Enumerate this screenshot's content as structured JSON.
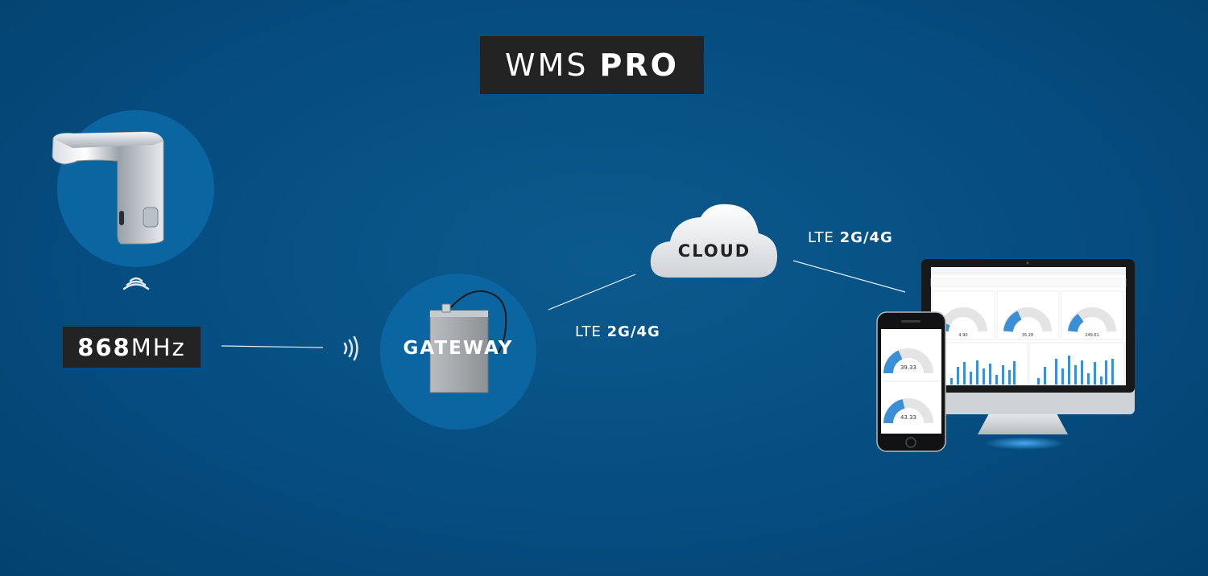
{
  "title": {
    "light": "WMS",
    "bold": "PRO"
  },
  "nodes": {
    "frequency": {
      "value": "868",
      "unit": "MHz"
    },
    "gateway": {
      "label": "GATEWAY"
    },
    "cloud": {
      "label": "CLOUD"
    }
  },
  "links": {
    "gateway_cloud": {
      "prefix": "LTE",
      "value": "2G/4G"
    },
    "cloud_devices": {
      "prefix": "LTE",
      "value": "2G/4G"
    }
  },
  "devices": {
    "phone_gauges": [
      "39.33",
      "43.33"
    ],
    "monitor_gauges": [
      "4.90",
      "35.28",
      "249.61"
    ]
  },
  "icons": [
    "faucet-icon",
    "wireless-signal-icon",
    "gateway-box-icon",
    "cloud-icon",
    "monitor-icon",
    "smartphone-icon"
  ],
  "colors": {
    "background": "#064d80",
    "circle": "#0b65a0",
    "label_box": "#232324",
    "gauge": "#3a8fd6"
  }
}
